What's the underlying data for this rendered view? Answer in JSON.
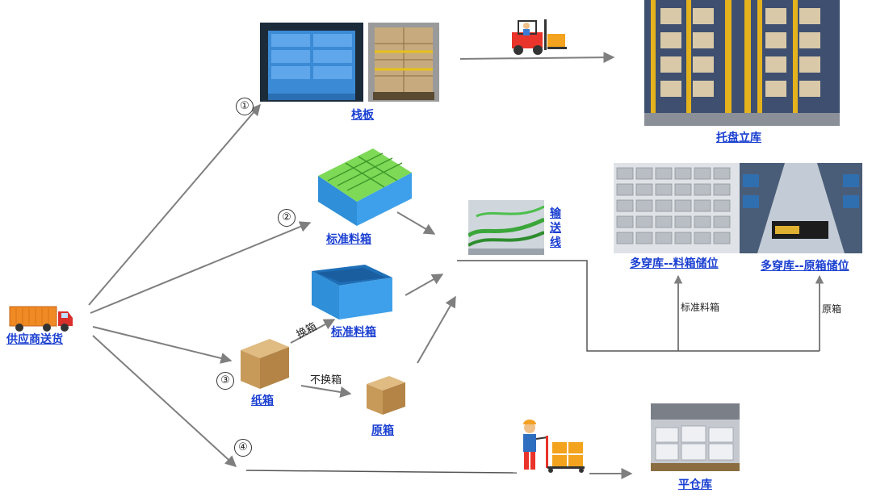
{
  "nodes": {
    "supplier": "供应商送货",
    "pallet": "栈板",
    "pallet_warehouse": "托盘立库",
    "standard_bin_1": "标准料箱",
    "standard_bin_2": "标准料箱",
    "carton": "纸箱",
    "original_box": "原箱",
    "conveyor_line": "输送线",
    "multi_shuttle_bin": "多穿库--料箱储位",
    "multi_shuttle_original": "多穿库--原箱储位",
    "flat_warehouse": "平仓库"
  },
  "edge_labels": {
    "repack": "换箱",
    "no_repack": "不换箱",
    "standard_bin_branch": "标准料箱",
    "original_box_branch": "原箱"
  },
  "route_numbers": [
    "①",
    "②",
    "③",
    "④"
  ],
  "colors": {
    "link": "#1a3fd1",
    "arrow": "#7f7f7f",
    "line": "#555555",
    "bin_blue": "#2f8fd8",
    "carton_brown": "#c89a5a",
    "truck_orange": "#f08a24"
  },
  "icons": [
    "truck-icon",
    "forklift-icon",
    "pallet-jack-worker-icon"
  ]
}
